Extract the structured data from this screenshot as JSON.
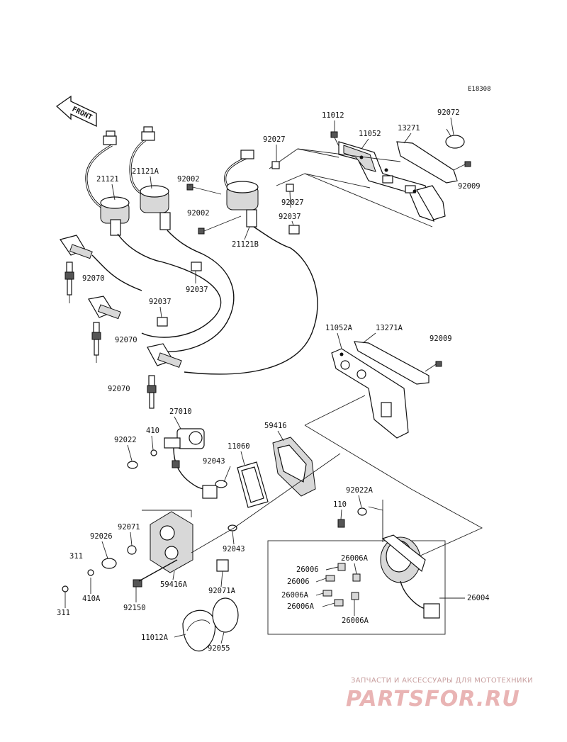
{
  "drawing_code": "E18308",
  "front_label": "FRONT",
  "watermark": {
    "tagline": "ЗАПЧАСТИ И АКСЕССУАРЫ ДЛЯ МОТОТЕХНИКИ",
    "site": "PARTSFOR.RU"
  },
  "parts": [
    "11012",
    "11052",
    "13271",
    "92072",
    "92027",
    "92002",
    "92009",
    "21121",
    "21121A",
    "92002",
    "92027",
    "92037",
    "21121B",
    "92070",
    "92037",
    "92037",
    "92070",
    "11052A",
    "13271A",
    "92009",
    "92070",
    "27010",
    "410",
    "92022",
    "59416",
    "11060",
    "92043",
    "92022A",
    "110",
    "92071",
    "92026",
    "311",
    "92043",
    "26006",
    "26006A",
    "26006",
    "26006A",
    "26006A",
    "26006A",
    "410A",
    "59416A",
    "92071A",
    "26004",
    "311",
    "92150",
    "11012A",
    "92055"
  ]
}
